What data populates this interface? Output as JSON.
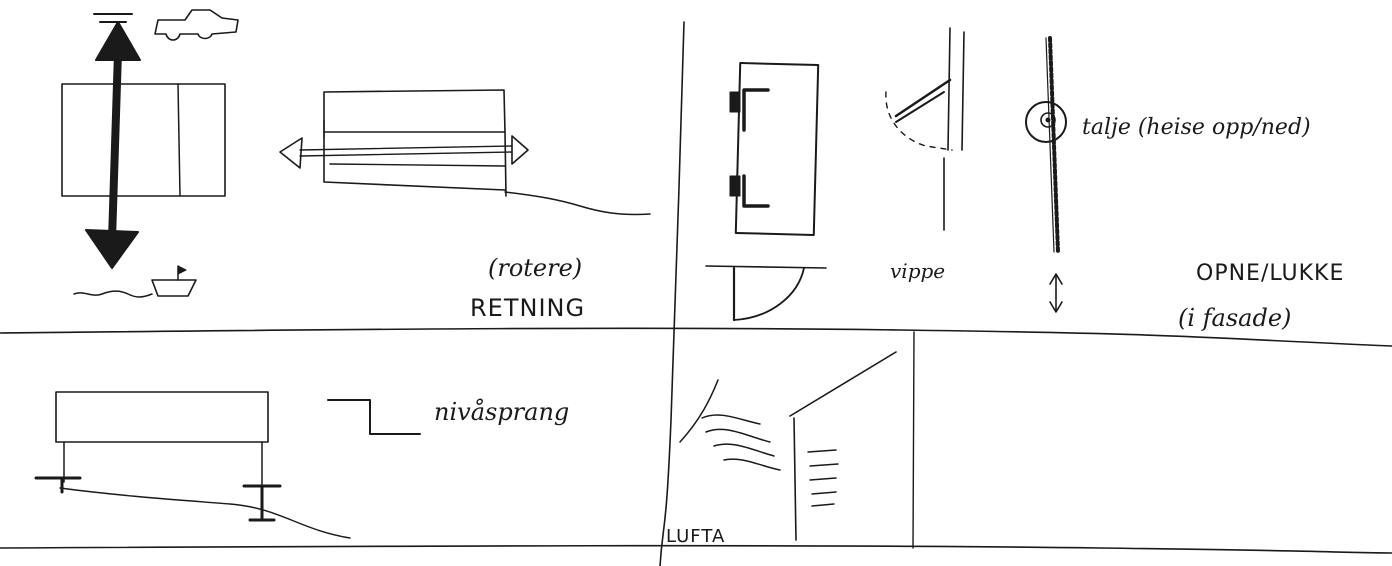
{
  "labels": {
    "rotate": "(rotere)",
    "direction": "RETNING",
    "tilt": "vippe",
    "hoist": "talje (heise opp/ned)",
    "open_close": "OPNE/LUKKE",
    "in_facade": "(i fasade)",
    "level_change": "nivåsprang",
    "air": "LUFTA"
  }
}
